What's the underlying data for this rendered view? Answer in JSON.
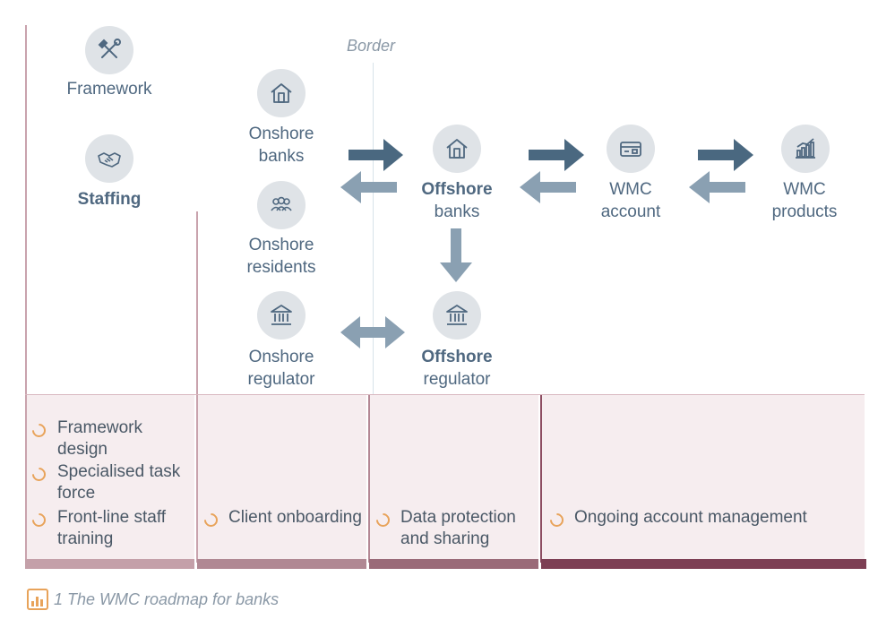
{
  "border_label": "Border",
  "left_nodes": {
    "framework": "Framework",
    "staffing": "Staffing"
  },
  "nodes": {
    "onshore_banks": [
      "Onshore",
      "banks"
    ],
    "onshore_residents": [
      "Onshore",
      "residents"
    ],
    "onshore_regulator": [
      "Onshore",
      "regulator"
    ],
    "offshore_banks": [
      "Offshore",
      "banks"
    ],
    "offshore_regulator": [
      "Offshore",
      "regulator"
    ],
    "wmc_account": [
      "WMC",
      "account"
    ],
    "wmc_products": [
      "WMC",
      "products"
    ]
  },
  "icons": {
    "framework": "tools-icon",
    "staffing": "handshake-icon",
    "onshore_banks": "house-icon",
    "onshore_residents": "people-icon",
    "onshore_regulator": "bank-building-icon",
    "offshore_banks": "house-icon",
    "offshore_regulator": "bank-building-icon",
    "wmc_account": "card-icon",
    "wmc_products": "bar-chart-icon"
  },
  "panels": [
    {
      "items": [
        "Framework design",
        "Specialised task force",
        "Front-line staff training"
      ]
    },
    {
      "items": [
        "Client onboarding"
      ]
    },
    {
      "items": [
        "Data protection and sharing"
      ]
    },
    {
      "items": [
        "Ongoing account management"
      ]
    }
  ],
  "colors": {
    "dark_arrow": "#4a6880",
    "light_arrow": "#8aa0b2",
    "bar1": "#c4a0a9",
    "bar2": "#b08893",
    "bar3": "#9a6a78",
    "bar4": "#7d3f54",
    "bullet": "#e8a35a"
  },
  "caption": "1 The  WMC roadmap for banks"
}
